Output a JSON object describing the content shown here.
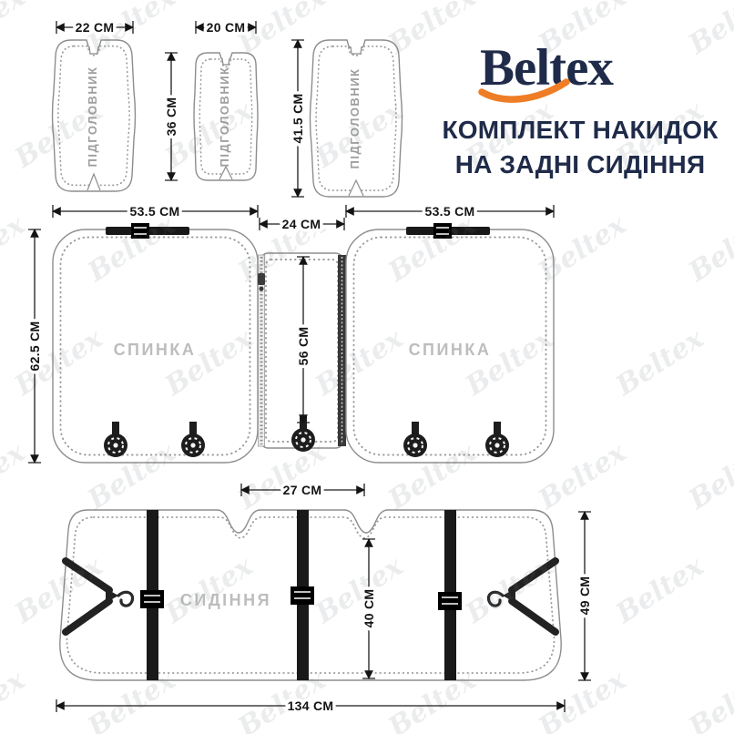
{
  "brand": {
    "logo_text": "Beltex"
  },
  "title": {
    "line1": "КОМПЛЕКТ НАКИДОК",
    "line2": "НА ЗАДНІ СИДІННЯ"
  },
  "watermark": {
    "text": "Beltex"
  },
  "labels": {
    "headrest1": "ПІДГОЛОВНИК",
    "headrest2": "ПІДГОЛОВНИК",
    "headrest3": "ПІДГОЛОВНИК",
    "backrest_left": "СПИНКА",
    "backrest_right": "СПИНКА",
    "seat": "СИДІННЯ"
  },
  "dimensions": {
    "headrest1_width": "22 CM",
    "headrest2_width": "20 CM",
    "headrest2_height": "36 CM",
    "headrest3_height": "41.5 CM",
    "backrest_left_width": "53.5 CM",
    "middle_width": "24 CM",
    "backrest_right_width": "53.5 CM",
    "backrest_height": "62.5 CM",
    "middle_height": "56 CM",
    "seat_notch_span": "27 CM",
    "seat_depth_mid": "40 CM",
    "seat_side_height": "49 CM",
    "seat_total_width": "134 CM"
  },
  "colors": {
    "brand_navy": "#1f2b49",
    "brand_orange": "#ee7d25",
    "stitch_gray": "#8d8d8d",
    "part_label_gray": "#bdbdbd",
    "dimension_black": "#141414"
  }
}
